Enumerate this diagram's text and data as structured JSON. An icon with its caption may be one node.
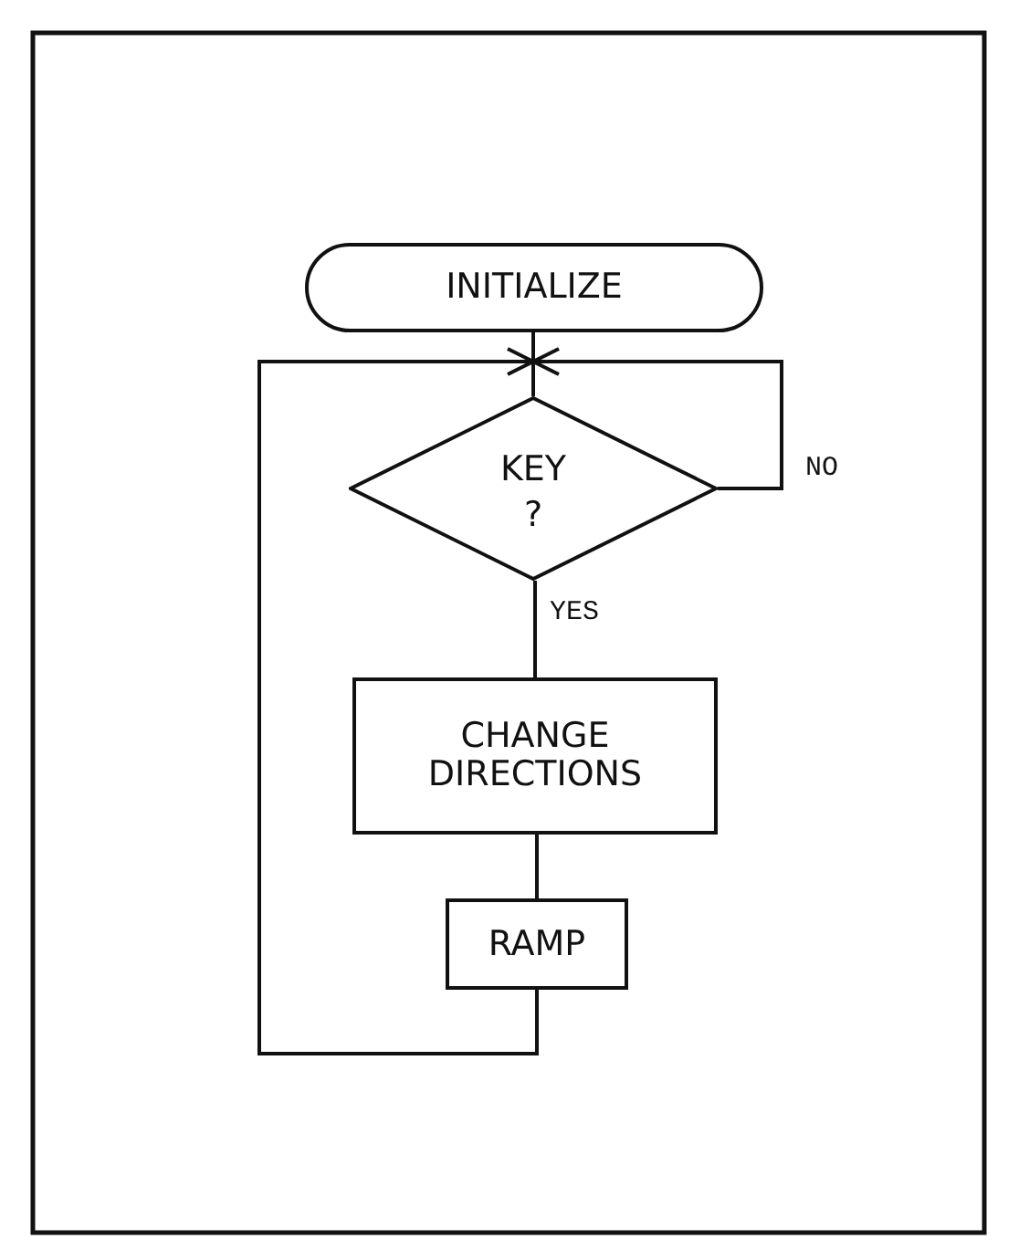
{
  "diagram": {
    "nodes": [
      {
        "text": [
          "INITIALIZE"
        ]
      },
      {
        "text": [
          "KEY ?"
        ]
      },
      {
        "text": [
          "CHANGE DIRECTIONS"
        ]
      },
      {
        "text": [
          "RAMP"
        ]
      }
    ],
    "edges": [
      {
        "from": 0,
        "to": 1,
        "arrow": "none"
      },
      {
        "from": 1,
        "to": 1,
        "arrow": "to",
        "label": "NO"
      },
      {
        "from": 1,
        "to": 2,
        "arrow": "none",
        "label": "YES"
      },
      {
        "from": 2,
        "to": 3,
        "arrow": "none"
      },
      {
        "from": 3,
        "to": 1,
        "arrow": "to"
      }
    ]
  }
}
